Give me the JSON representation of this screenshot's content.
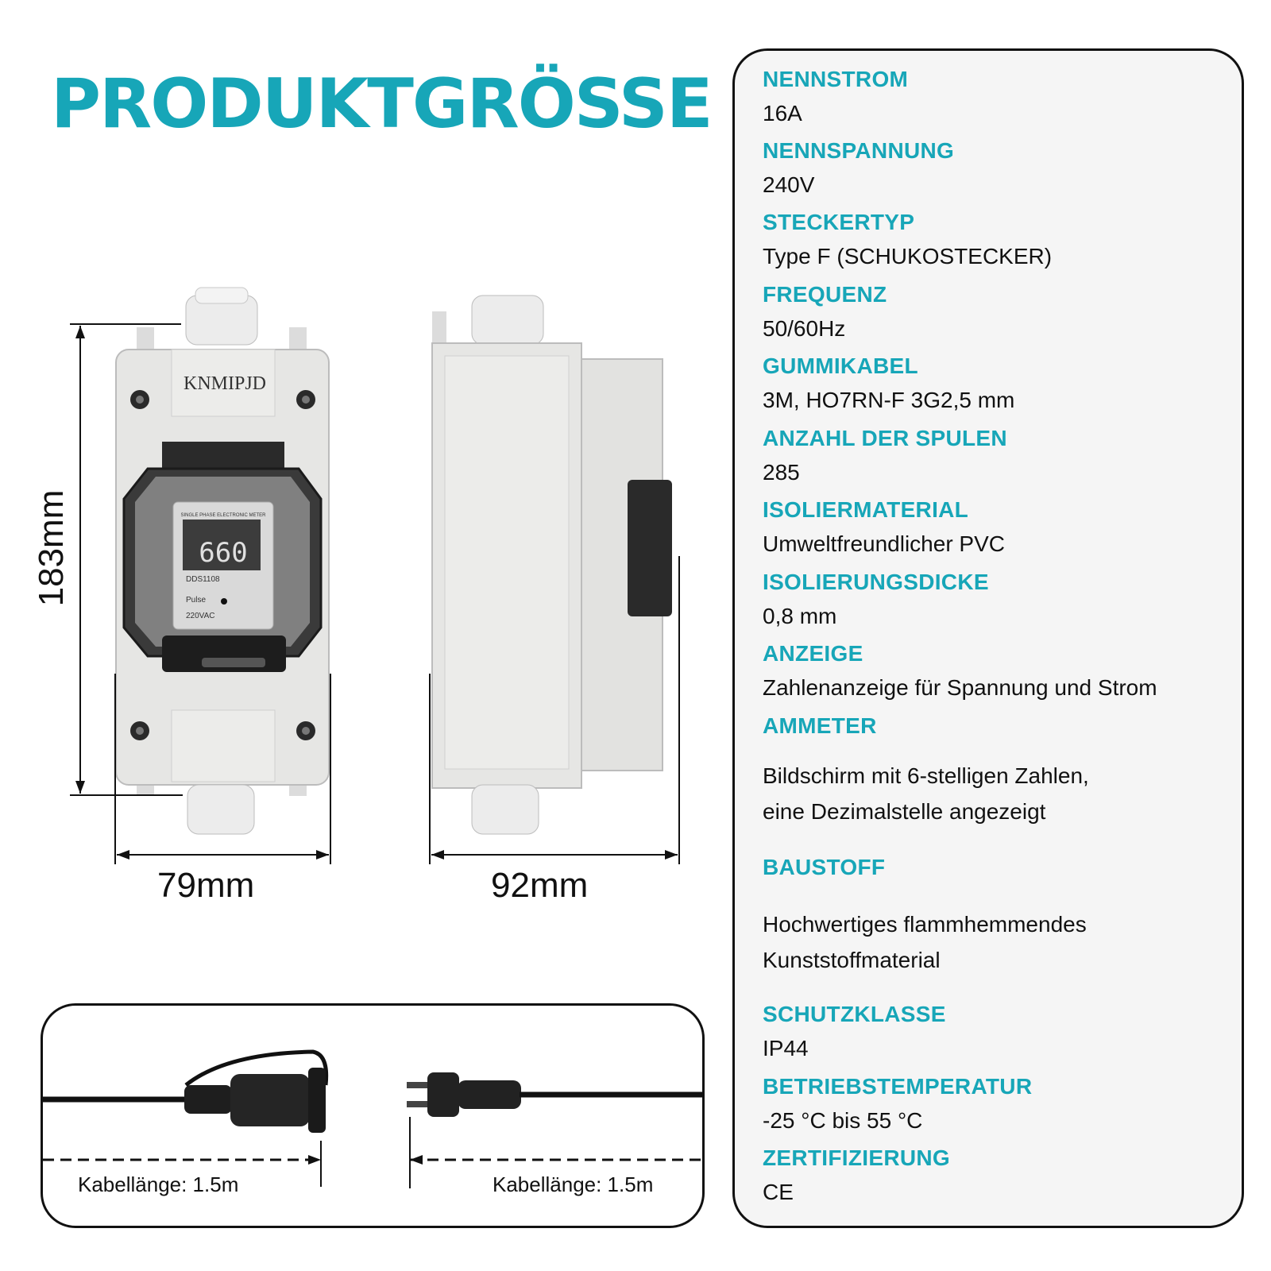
{
  "title": "PRODUKTGRÖSSE",
  "product": {
    "brand": "KNMIPJD",
    "meter_header": "SINGLE PHASE ELECTRONIC METER",
    "meter_model": "DDS1108",
    "meter_rating": "220VAC",
    "meter_pulse": "Pulse",
    "meter_display": "660"
  },
  "dimensions": {
    "height": "183mm",
    "width_front": "79mm",
    "width_side": "92mm"
  },
  "cable": {
    "left_label": "Kabellänge: 1.5m",
    "right_label": "Kabellänge: 1.5m"
  },
  "specs": [
    {
      "label": "NENNSTROM",
      "value": "16A"
    },
    {
      "label": "NENNSPANNUNG",
      "value": "240V"
    },
    {
      "label": "STECKERTYP",
      "value": "Type F (SCHUKOSTECKER)"
    },
    {
      "label": "FREQUENZ",
      "value": "50/60Hz"
    },
    {
      "label": "GUMMIKABEL",
      "value": "3M, HO7RN-F 3G2,5 mm"
    },
    {
      "label": "ANZAHL DER SPULEN",
      "value": "285"
    },
    {
      "label": "ISOLIERMATERIAL",
      "value": "Umweltfreundlicher PVC"
    },
    {
      "label": "ISOLIERUNGSDICKE",
      "value": "0,8 mm"
    },
    {
      "label": "ANZEIGE",
      "value": "Zahlenanzeige für Spannung und Strom"
    },
    {
      "label": "AMMETER",
      "value": "Bildschirm mit 6-stelligen Zahlen,",
      "value2": "eine Dezimalstelle angezeigt"
    },
    {
      "label": "BAUSTOFF",
      "value": "Hochwertiges flammhemmendes",
      "value2": "Kunststoffmaterial"
    },
    {
      "label": "SCHUTZKLASSE",
      "value": "IP44"
    },
    {
      "label": "BETRIEBSTEMPERATUR",
      "value": "-25 °C bis 55 °C"
    },
    {
      "label": "ZERTIFIZIERUNG",
      "value": "CE"
    }
  ],
  "colors": {
    "accent": "#17a6b8",
    "housing": "#e4e4e2",
    "dark": "#1b1b1b"
  }
}
